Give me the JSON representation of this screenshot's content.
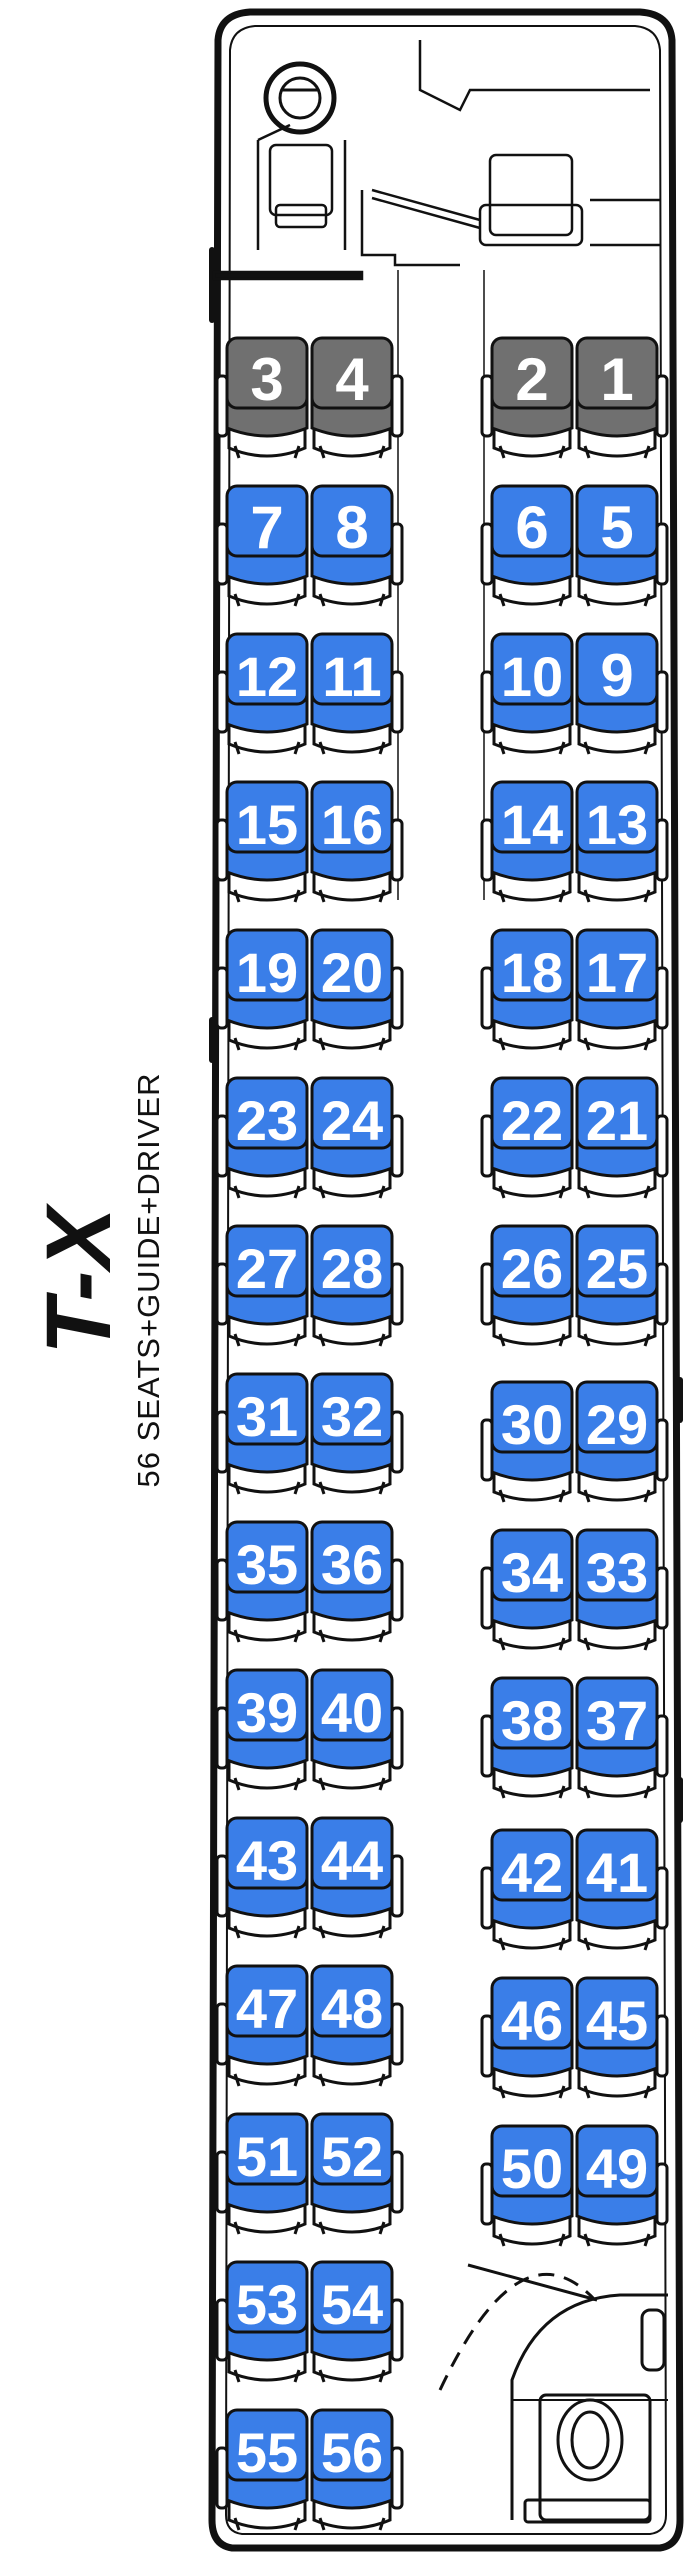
{
  "vehicle": {
    "model": "T-X",
    "capacity_text": "56  SEATS+GUIDE+DRIVER"
  },
  "colors": {
    "seat_available": "#3a7ee8",
    "seat_reserved": "#707070",
    "outline": "#111111",
    "seat_label": "#ffffff"
  },
  "seat_rows": [
    {
      "left": [
        "3",
        "4"
      ],
      "right": [
        "2",
        "1"
      ],
      "status": "reserved"
    },
    {
      "left": [
        "7",
        "8"
      ],
      "right": [
        "6",
        "5"
      ],
      "status": "available"
    },
    {
      "left": [
        "12",
        "11"
      ],
      "right": [
        "10",
        "9"
      ],
      "status": "available"
    },
    {
      "left": [
        "15",
        "16"
      ],
      "right": [
        "14",
        "13"
      ],
      "status": "available"
    },
    {
      "left": [
        "19",
        "20"
      ],
      "right": [
        "18",
        "17"
      ],
      "status": "available"
    },
    {
      "left": [
        "23",
        "24"
      ],
      "right": [
        "22",
        "21"
      ],
      "status": "available"
    },
    {
      "left": [
        "27",
        "28"
      ],
      "right": [
        "26",
        "25"
      ],
      "status": "available"
    },
    {
      "left": [
        "31",
        "32"
      ],
      "right": [
        "30",
        "29"
      ],
      "status": "available"
    },
    {
      "left": [
        "35",
        "36"
      ],
      "right": [
        "34",
        "33"
      ],
      "status": "available"
    },
    {
      "left": [
        "39",
        "40"
      ],
      "right": [
        "38",
        "37"
      ],
      "status": "available"
    },
    {
      "left": [
        "43",
        "44"
      ],
      "right": [
        "42",
        "41"
      ],
      "status": "available"
    },
    {
      "left": [
        "47",
        "48"
      ],
      "right": [
        "46",
        "45"
      ],
      "status": "available"
    },
    {
      "left": [
        "51",
        "52"
      ],
      "right": [
        "50",
        "49"
      ],
      "status": "available"
    },
    {
      "left": [
        "53",
        "54"
      ],
      "right": [],
      "status": "available"
    },
    {
      "left": [
        "55",
        "56"
      ],
      "right": [],
      "status": "available"
    }
  ]
}
